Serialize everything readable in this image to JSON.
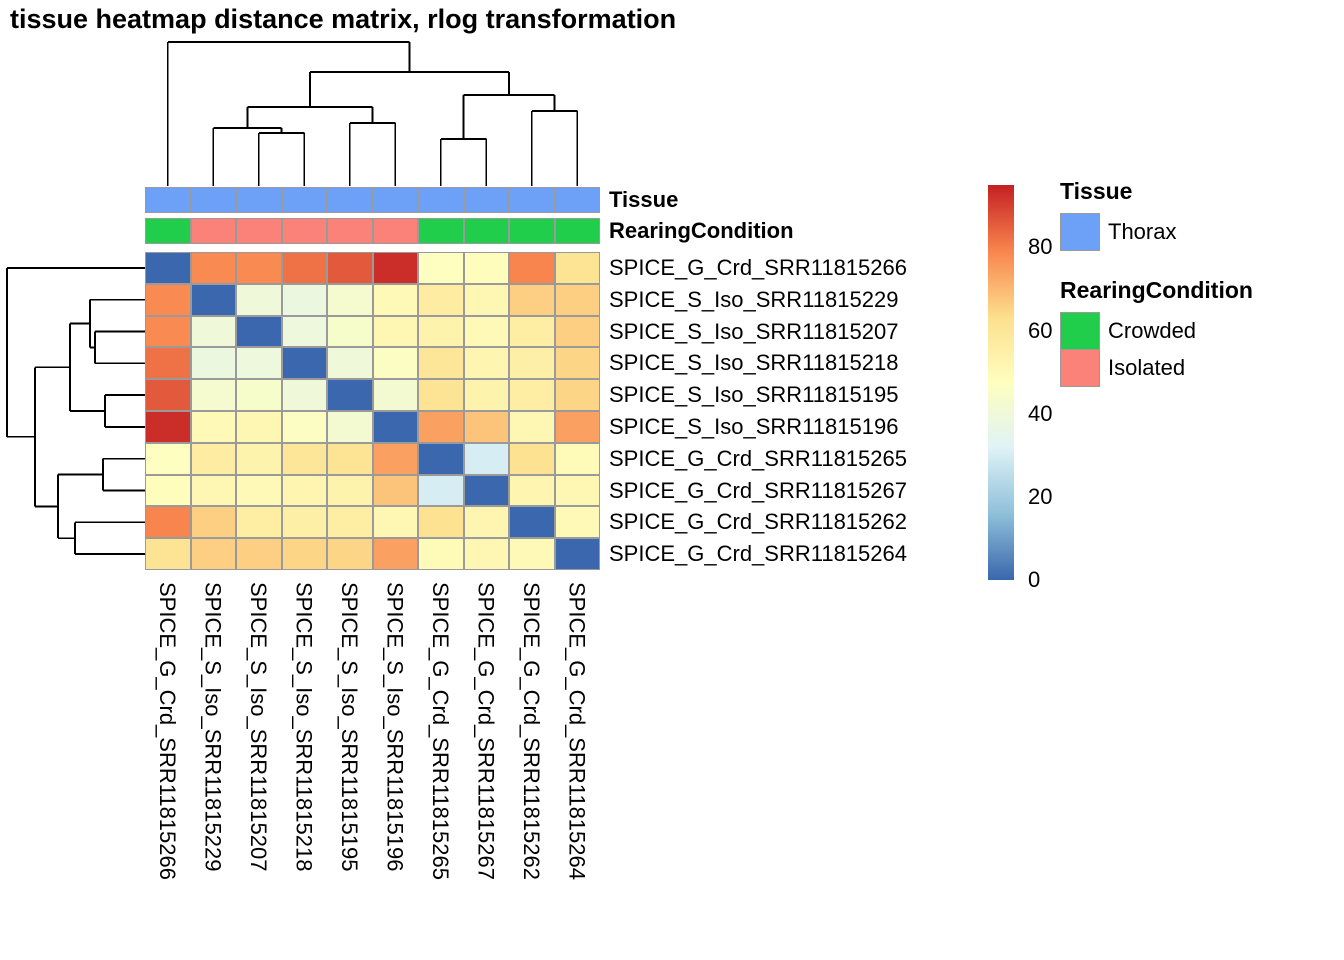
{
  "title": "tissue heatmap distance matrix, rlog transformation",
  "samples": [
    "SPICE_G_Crd_SRR11815266",
    "SPICE_S_Iso_SRR11815229",
    "SPICE_S_Iso_SRR11815207",
    "SPICE_S_Iso_SRR11815218",
    "SPICE_S_Iso_SRR11815195",
    "SPICE_S_Iso_SRR11815196",
    "SPICE_G_Crd_SRR11815265",
    "SPICE_G_Crd_SRR11815267",
    "SPICE_G_Crd_SRR11815262",
    "SPICE_G_Crd_SRR11815264"
  ],
  "annotations": {
    "tissue": {
      "label": "Tissue",
      "values": [
        "Thorax",
        "Thorax",
        "Thorax",
        "Thorax",
        "Thorax",
        "Thorax",
        "Thorax",
        "Thorax",
        "Thorax",
        "Thorax"
      ]
    },
    "rearing": {
      "label": "RearingCondition",
      "values": [
        "Crowded",
        "Isolated",
        "Isolated",
        "Isolated",
        "Isolated",
        "Isolated",
        "Crowded",
        "Crowded",
        "Crowded",
        "Crowded"
      ]
    },
    "colors": {
      "Thorax": "#6DA1F8",
      "Crowded": "#21CE4B",
      "Isolated": "#FB8278"
    }
  },
  "legend": {
    "groups": [
      {
        "title": "Tissue",
        "items": [
          {
            "label": "Thorax",
            "color": "#6DA1F8"
          }
        ]
      },
      {
        "title": "RearingCondition",
        "items": [
          {
            "label": "Crowded",
            "color": "#21CE4B"
          },
          {
            "label": "Isolated",
            "color": "#FB8278"
          }
        ]
      }
    ]
  },
  "colorbar": {
    "min": 0,
    "max": 95,
    "ticks": [
      80,
      60,
      40,
      20,
      0
    ],
    "stops": [
      [
        0,
        "#3A67AD"
      ],
      [
        16,
        "#8FC0DA"
      ],
      [
        32,
        "#E0F3F6"
      ],
      [
        47.5,
        "#FEFEBE"
      ],
      [
        63,
        "#FDE08E"
      ],
      [
        79,
        "#F9854E"
      ],
      [
        95,
        "#C42023"
      ]
    ]
  },
  "chart_data": {
    "type": "heatmap",
    "title": "tissue heatmap distance matrix, rlog transformation",
    "value_range": [
      0,
      95
    ],
    "grid_color": "#9a9a9a",
    "matrix": [
      [
        0,
        78,
        78,
        82,
        86,
        93,
        47,
        48,
        79,
        61
      ],
      [
        78,
        0,
        40,
        38,
        43,
        50,
        57,
        51,
        66,
        66
      ],
      [
        78,
        40,
        0,
        39,
        44,
        51,
        53,
        50,
        56,
        66
      ],
      [
        82,
        38,
        39,
        0,
        40,
        46,
        60,
        52,
        55,
        65
      ],
      [
        86,
        43,
        44,
        40,
        0,
        42,
        61,
        53,
        56,
        65
      ],
      [
        93,
        50,
        51,
        46,
        42,
        0,
        74,
        68,
        51,
        74
      ],
      [
        47,
        57,
        53,
        60,
        61,
        74,
        0,
        30,
        62,
        49
      ],
      [
        48,
        51,
        50,
        52,
        53,
        68,
        30,
        0,
        52,
        51
      ],
      [
        79,
        66,
        56,
        55,
        56,
        51,
        62,
        52,
        0,
        50
      ],
      [
        61,
        66,
        66,
        65,
        65,
        74,
        49,
        51,
        50,
        0
      ]
    ],
    "col_dendrogram_segments": [
      [
        22.75,
        2,
        22.75,
        146
      ],
      [
        22.75,
        2,
        264.5,
        2
      ],
      [
        264.5,
        2,
        264.5,
        32
      ],
      [
        165,
        32,
        364,
        32
      ],
      [
        165,
        32,
        165,
        67
      ],
      [
        102.4,
        67,
        227.5,
        67
      ],
      [
        102.4,
        67,
        102.4,
        88
      ],
      [
        68.25,
        88,
        136.5,
        88
      ],
      [
        68.25,
        88,
        68.25,
        146
      ],
      [
        136.5,
        88,
        136.5,
        93
      ],
      [
        113.75,
        93,
        159.25,
        93
      ],
      [
        113.75,
        93,
        113.75,
        146
      ],
      [
        159.25,
        93,
        159.25,
        146
      ],
      [
        227.5,
        67,
        227.5,
        83
      ],
      [
        204.75,
        83,
        250.25,
        83
      ],
      [
        204.75,
        83,
        204.75,
        146
      ],
      [
        250.25,
        83,
        250.25,
        146
      ],
      [
        364,
        32,
        364,
        55
      ],
      [
        318.5,
        55,
        409.5,
        55
      ],
      [
        318.5,
        55,
        318.5,
        99
      ],
      [
        295.75,
        99,
        341.25,
        99
      ],
      [
        295.75,
        99,
        295.75,
        146
      ],
      [
        341.25,
        99,
        341.25,
        146
      ],
      [
        409.5,
        55,
        409.5,
        71
      ],
      [
        386.75,
        71,
        432.25,
        71
      ],
      [
        386.75,
        71,
        386.75,
        146
      ],
      [
        432.25,
        71,
        432.25,
        146
      ]
    ],
    "row_dendrogram_segments": [
      [
        7,
        15.9,
        146,
        15.9
      ],
      [
        7,
        15.9,
        7,
        184.8
      ],
      [
        7,
        184.8,
        35,
        184.8
      ],
      [
        35,
        115.3,
        35,
        254.4
      ],
      [
        35,
        115.3,
        70,
        115.3
      ],
      [
        70,
        71.5,
        70,
        159
      ],
      [
        70,
        71.5,
        90,
        71.5
      ],
      [
        90,
        47.7,
        90,
        95.4
      ],
      [
        90,
        47.7,
        146,
        47.7
      ],
      [
        90,
        95.4,
        95,
        95.4
      ],
      [
        95,
        79.5,
        95,
        111.3
      ],
      [
        95,
        79.5,
        146,
        79.5
      ],
      [
        95,
        111.3,
        146,
        111.3
      ],
      [
        70,
        159,
        105,
        159
      ],
      [
        105,
        143.1,
        105,
        174.9
      ],
      [
        105,
        143.1,
        146,
        143.1
      ],
      [
        105,
        174.9,
        146,
        174.9
      ],
      [
        35,
        254.4,
        58,
        254.4
      ],
      [
        58,
        222.6,
        58,
        286.2
      ],
      [
        58,
        222.6,
        103,
        222.6
      ],
      [
        103,
        206.7,
        103,
        238.5
      ],
      [
        103,
        206.7,
        146,
        206.7
      ],
      [
        103,
        238.5,
        146,
        238.5
      ],
      [
        58,
        286.2,
        75,
        286.2
      ],
      [
        75,
        270.3,
        75,
        302.1
      ],
      [
        75,
        270.3,
        146,
        270.3
      ],
      [
        75,
        302.1,
        146,
        302.1
      ]
    ]
  }
}
